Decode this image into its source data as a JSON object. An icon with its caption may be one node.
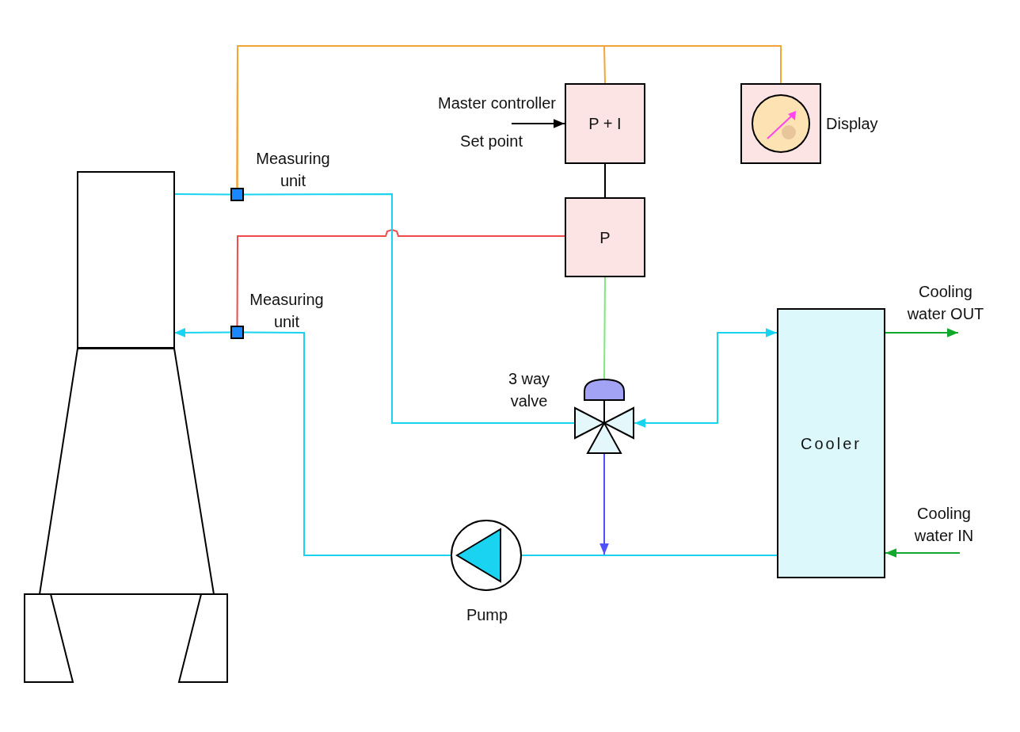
{
  "diagram": {
    "nodes": [
      {
        "text": [],
        "shape": "engine"
      },
      {
        "text": [],
        "shape": "box",
        "beside": [
          "Measuring unit"
        ]
      },
      {
        "text": [],
        "shape": "box",
        "beside": [
          "Measuring unit"
        ]
      },
      {
        "text": [
          "P + I"
        ]
      },
      {
        "text": [],
        "shape": "box",
        "beside": [
          "Display"
        ]
      },
      {
        "text": [
          "P"
        ]
      },
      {
        "text": [],
        "shape": "valve",
        "beside": [
          "3 way valve"
        ]
      },
      {
        "text": [],
        "shape": "circle",
        "beside": [
          "Pump"
        ]
      },
      {
        "text": [
          "Cooler"
        ]
      },
      {
        "text": [
          "Cooling water OUT"
        ]
      },
      {
        "text": [
          "Cooling water IN"
        ]
      }
    ],
    "edges": [
      {
        "from": 1,
        "to": 3,
        "arrow": "none",
        "color": "#f5a43a"
      },
      {
        "from": 1,
        "to": 4,
        "arrow": "none",
        "color": "#f5a43a"
      },
      {
        "from": 3,
        "to": 5,
        "arrow": "none",
        "color": "#000000"
      },
      {
        "from": 5,
        "to": 2,
        "arrow": "none",
        "color": "#f04a4a"
      },
      {
        "from": 5,
        "to": 6,
        "arrow": "none",
        "color": "#7de87d"
      },
      {
        "from": 0,
        "to": 1,
        "arrow": "none"
      },
      {
        "from": 1,
        "to": 6,
        "arrow": "none"
      },
      {
        "from": 2,
        "to": 0,
        "arrow": "to"
      },
      {
        "from": 7,
        "to": 2,
        "arrow": "none"
      },
      {
        "from": 8,
        "to": 7,
        "arrow": "none"
      },
      {
        "from": 6,
        "to": 8,
        "arrow": "both"
      },
      {
        "from": 6,
        "to": null,
        "arrow": "to",
        "color": "#5050ff"
      },
      {
        "from": 8,
        "to": 9,
        "arrow": "to",
        "color": "#12a82e"
      },
      {
        "from": 10,
        "to": 8,
        "arrow": "to",
        "color": "#12a82e"
      },
      {
        "from": null,
        "to": 3,
        "arrow": "to",
        "color": "#000000"
      }
    ],
    "labels": [
      "Master controller",
      "Set point"
    ]
  }
}
